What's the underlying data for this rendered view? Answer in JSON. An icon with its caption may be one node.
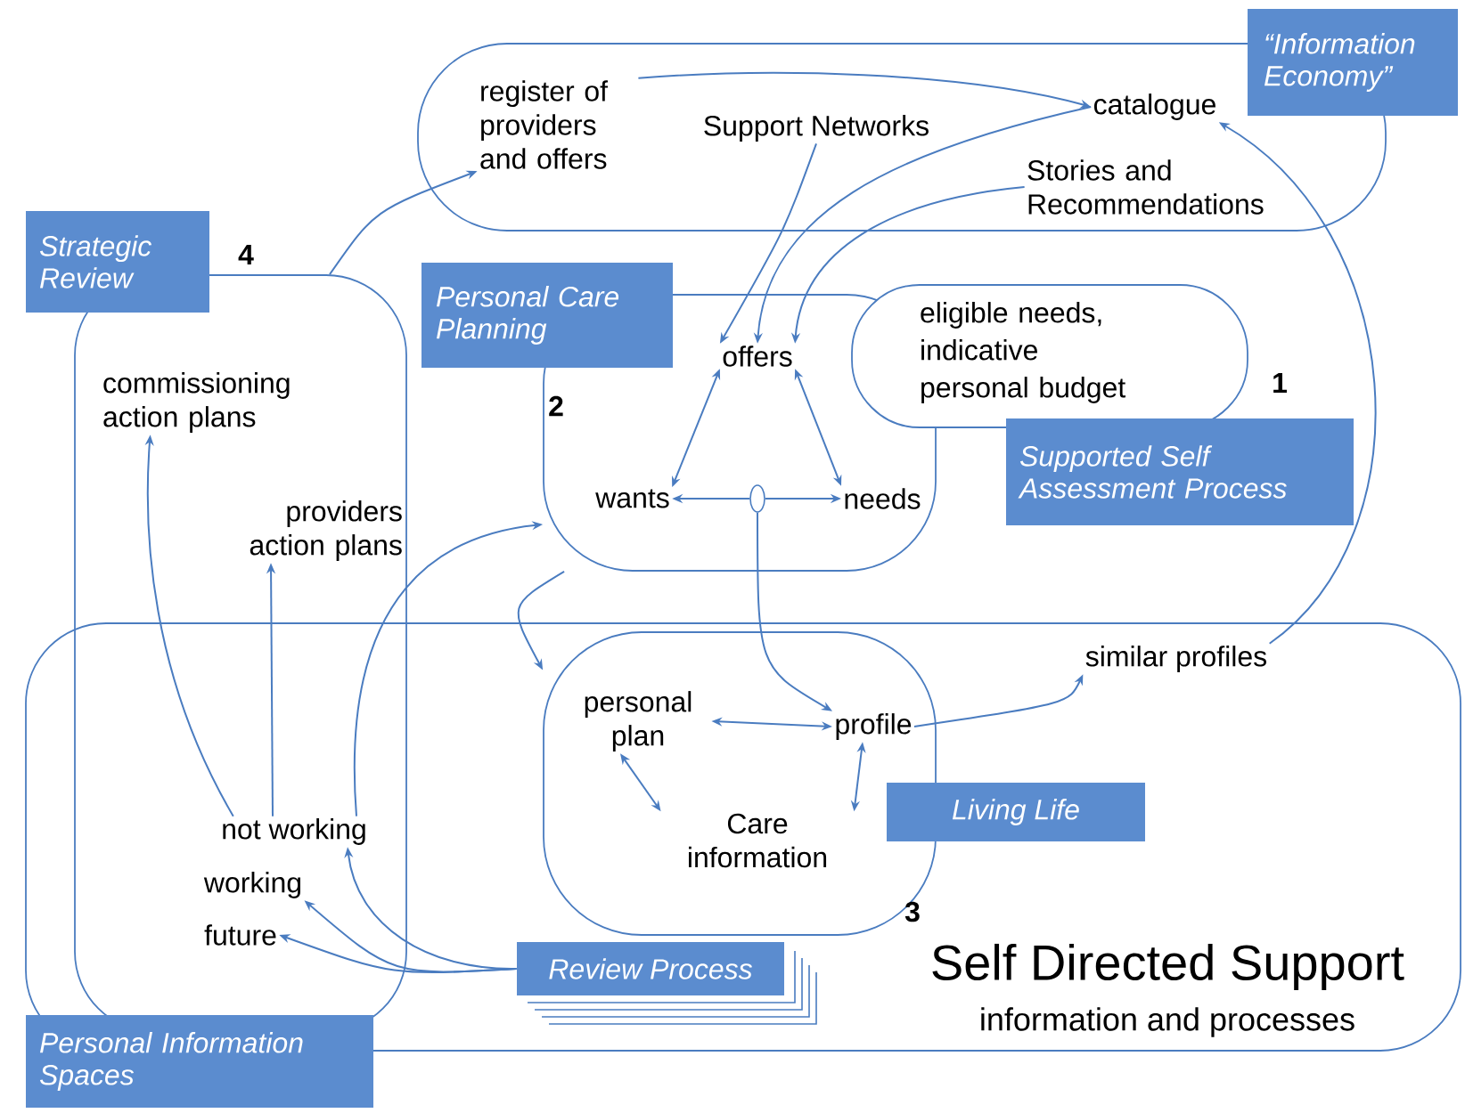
{
  "diagram": {
    "nodes": [
      {
        "text": [
          "“Information Economy”"
        ]
      },
      {
        "text": [
          "register of providers and offers"
        ],
        "in": 0
      },
      {
        "text": [
          "Support Networks"
        ],
        "in": 0
      },
      {
        "text": [
          "catalogue"
        ],
        "in": 0
      },
      {
        "text": [
          "Stories and Recommendations"
        ],
        "in": 0
      },
      {
        "text": [
          "Strategic Review"
        ],
        "beside": [
          "4"
        ]
      },
      {
        "text": [
          "commissioning action plans"
        ],
        "in": 5
      },
      {
        "text": [
          "providers action plans"
        ],
        "in": 5
      },
      {
        "text": [
          "not working"
        ]
      },
      {
        "text": [
          "working"
        ]
      },
      {
        "text": [
          "future"
        ]
      },
      {
        "text": [
          "Personal Care Planning"
        ],
        "beside": [
          "2"
        ]
      },
      {
        "text": [
          "offers"
        ],
        "in": 11
      },
      {
        "text": [
          "wants"
        ],
        "in": 11
      },
      {
        "text": [
          "needs"
        ],
        "in": 11
      },
      {
        "text": [],
        "shape": "circle",
        "in": 11
      },
      {
        "text": [
          "eligible needs, indicative personal budget",
          "1",
          "Supported Self Assessment Process"
        ]
      },
      {
        "text": [
          "Personal Information Spaces",
          "Self Directed Support",
          "information and processes"
        ]
      },
      {
        "text": [],
        "shape": "box",
        "beside": [
          "3"
        ],
        "in": 17
      },
      {
        "text": [
          "personal plan"
        ],
        "in": 18
      },
      {
        "text": [
          "profile"
        ],
        "in": 18
      },
      {
        "text": [
          "Care information"
        ],
        "in": 18
      },
      {
        "text": [
          "similar profiles"
        ],
        "in": 17
      },
      {
        "text": [
          "Review Process"
        ],
        "in": 17
      },
      {
        "text": [
          "Living Life"
        ],
        "in": 17
      }
    ],
    "edges": [
      {
        "from": 1,
        "to": 3,
        "arrow": "to"
      },
      {
        "from": 5,
        "to": 1,
        "arrow": "to"
      },
      {
        "from": 2,
        "to": 12,
        "arrow": "to"
      },
      {
        "from": 3,
        "to": 12,
        "arrow": "to"
      },
      {
        "from": 4,
        "to": 12,
        "arrow": "to"
      },
      {
        "from": 12,
        "to": 13,
        "arrow": "both"
      },
      {
        "from": 12,
        "to": 14,
        "arrow": "both"
      },
      {
        "from": 15,
        "to": 13,
        "arrow": "to"
      },
      {
        "from": 15,
        "to": 14,
        "arrow": "to"
      },
      {
        "from": 15,
        "to": 20,
        "arrow": "to"
      },
      {
        "from": 11,
        "to": 18,
        "arrow": "to"
      },
      {
        "from": 19,
        "to": 20,
        "arrow": "both"
      },
      {
        "from": 19,
        "to": 21,
        "arrow": "both"
      },
      {
        "from": 20,
        "to": 21,
        "arrow": "both"
      },
      {
        "from": 20,
        "to": 22,
        "arrow": "to"
      },
      {
        "from": 22,
        "to": 3,
        "arrow": "to"
      },
      {
        "from": 8,
        "to": 6,
        "arrow": "to"
      },
      {
        "from": 8,
        "to": 7,
        "arrow": "to"
      },
      {
        "from": 8,
        "to": 11,
        "arrow": "to"
      },
      {
        "from": 23,
        "to": 8,
        "arrow": "to"
      },
      {
        "from": 23,
        "to": 9,
        "arrow": "to"
      },
      {
        "from": 23,
        "to": 10,
        "arrow": "to"
      }
    ]
  }
}
